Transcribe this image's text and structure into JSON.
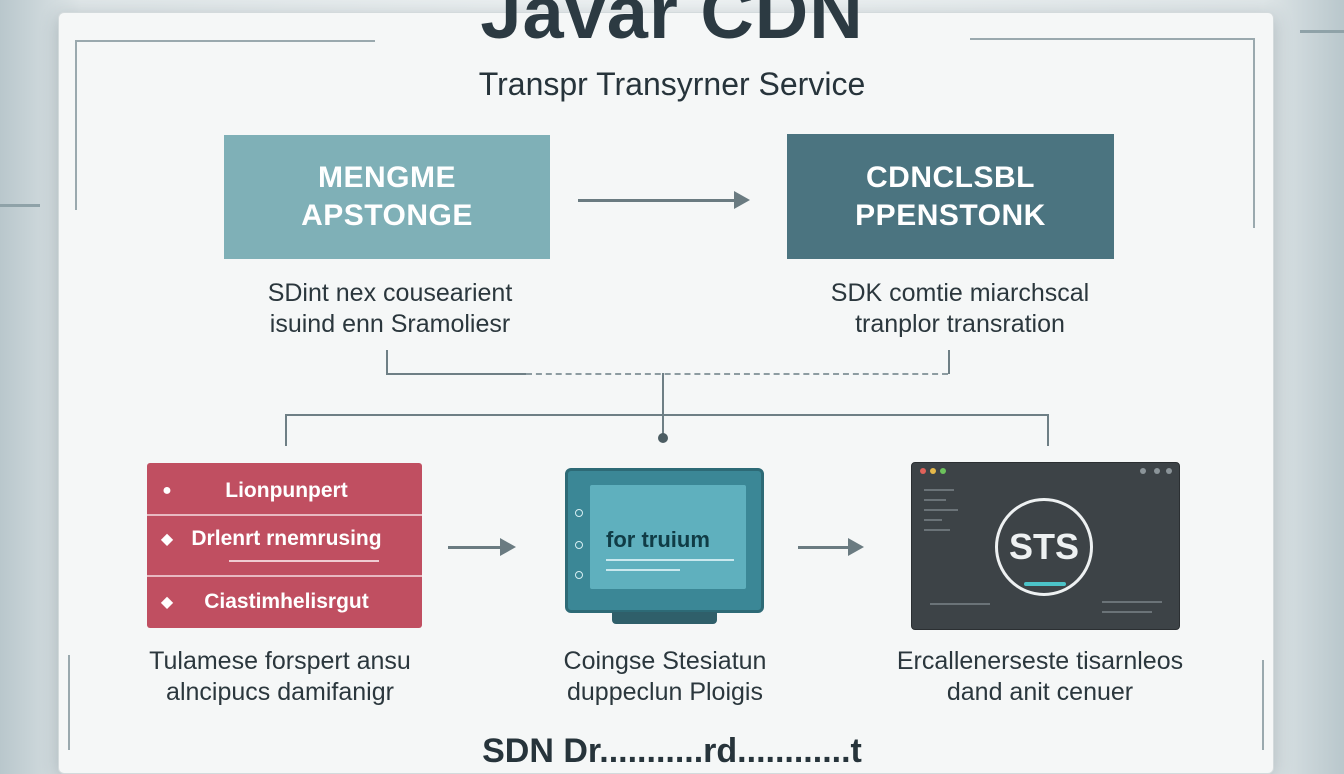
{
  "title": "Javar CDN",
  "subtitle": "Transpr Transyrner Service",
  "top_left_box": {
    "line1": "MENGME",
    "line2": "APSTONGE"
  },
  "top_right_box": {
    "line1": "CDNCLSBL",
    "line2": "PPENSTONK"
  },
  "top_left_desc": {
    "line1": "SDint nex cousearient",
    "line2": "isuind enn Sramoliesr"
  },
  "top_right_desc": {
    "line1": "SDK comtie miarchscal",
    "line2": "tranplor transration"
  },
  "list_panel": {
    "items": [
      "Lionpunpert",
      "Drlenrt rnemrusing",
      "Ciastimhelisrgut"
    ]
  },
  "monitor": {
    "screen_text": "for truium"
  },
  "terminal": {
    "badge": "STS"
  },
  "bottom_left_desc": {
    "line1": "Tulamese forspert ansu",
    "line2": "alncipucs damifanigr"
  },
  "bottom_center_desc": {
    "line1": "Coingse Stesiatun",
    "line2": "duppeclun Ploigis"
  },
  "bottom_right_desc": {
    "line1": "Ercallenerseste tisarnleos",
    "line2": "dand anit cenuer"
  },
  "footer_text": "SDN Dr...........rd............t",
  "colors": {
    "teal_light": "#7fb0b7",
    "teal_dark": "#4b7480",
    "list_red": "#c04f61",
    "monitor_teal": "#3b8796",
    "terminal_gray": "#3d4347",
    "accent_cyan": "#4cc3c8"
  }
}
